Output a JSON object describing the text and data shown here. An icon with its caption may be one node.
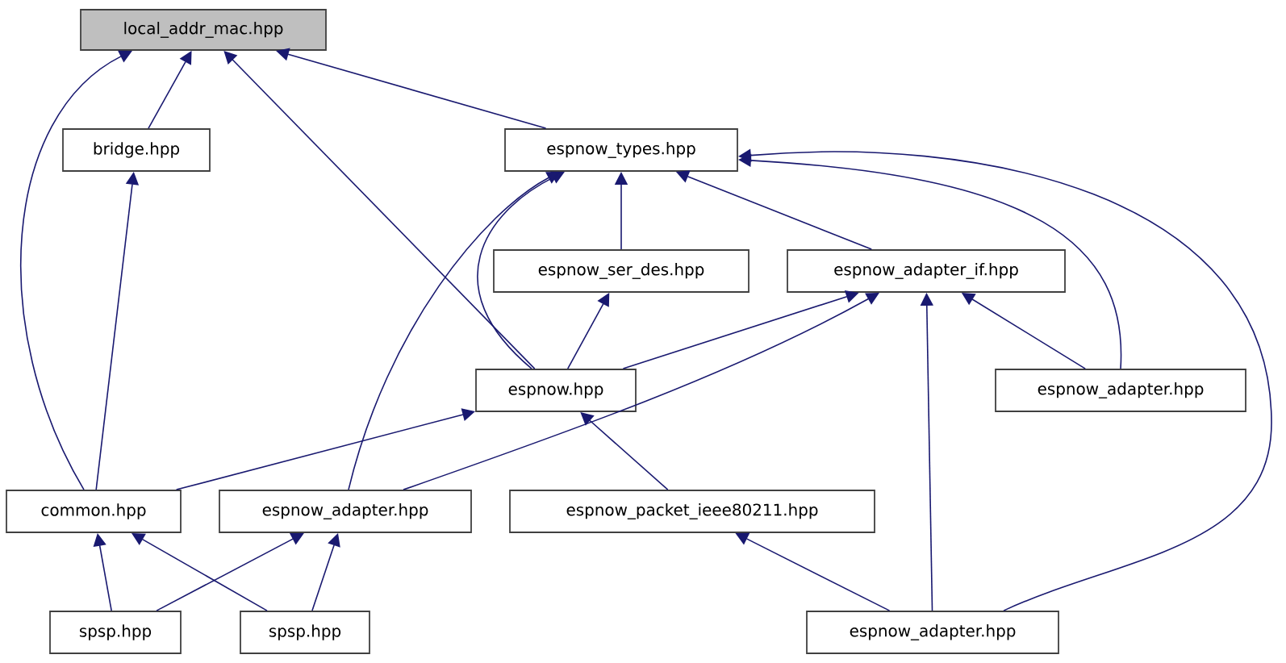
{
  "diagram": {
    "nodes": [
      {
        "text": [
          "local_addr_mac.hpp"
        ]
      },
      {
        "text": [
          "bridge.hpp"
        ]
      },
      {
        "text": [
          "espnow_types.hpp"
        ]
      },
      {
        "text": [
          "espnow_ser_des.hpp"
        ]
      },
      {
        "text": [
          "espnow_adapter_if.hpp"
        ]
      },
      {
        "text": [
          "espnow.hpp"
        ]
      },
      {
        "text": [
          "espnow_adapter.hpp"
        ]
      },
      {
        "text": [
          "common.hpp"
        ]
      },
      {
        "text": [
          "espnow_adapter.hpp"
        ]
      },
      {
        "text": [
          "espnow_packet_ieee80211.hpp"
        ]
      },
      {
        "text": [
          "spsp.hpp"
        ]
      },
      {
        "text": [
          "spsp.hpp"
        ]
      },
      {
        "text": [
          "espnow_adapter.hpp"
        ]
      }
    ],
    "edges": [
      {
        "from": 1,
        "to": 0,
        "arrow": "to"
      },
      {
        "from": 7,
        "to": 0,
        "arrow": "to"
      },
      {
        "from": 5,
        "to": 0,
        "arrow": "to"
      },
      {
        "from": 2,
        "to": 0,
        "arrow": "to"
      },
      {
        "from": 7,
        "to": 1,
        "arrow": "to"
      },
      {
        "from": 5,
        "to": 2,
        "arrow": "to"
      },
      {
        "from": 8,
        "to": 2,
        "arrow": "to"
      },
      {
        "from": 3,
        "to": 2,
        "arrow": "to"
      },
      {
        "from": 4,
        "to": 2,
        "arrow": "to"
      },
      {
        "from": 6,
        "to": 2,
        "arrow": "to"
      },
      {
        "from": 12,
        "to": 2,
        "arrow": "to"
      },
      {
        "from": 5,
        "to": 3,
        "arrow": "to"
      },
      {
        "from": 5,
        "to": 4,
        "arrow": "to"
      },
      {
        "from": 8,
        "to": 4,
        "arrow": "to"
      },
      {
        "from": 12,
        "to": 4,
        "arrow": "to"
      },
      {
        "from": 6,
        "to": 4,
        "arrow": "to"
      },
      {
        "from": 7,
        "to": 5,
        "arrow": "to"
      },
      {
        "from": 9,
        "to": 5,
        "arrow": "to"
      },
      {
        "from": 10,
        "to": 7,
        "arrow": "to"
      },
      {
        "from": 11,
        "to": 7,
        "arrow": "to"
      },
      {
        "from": 10,
        "to": 8,
        "arrow": "to"
      },
      {
        "from": 11,
        "to": 8,
        "arrow": "to"
      },
      {
        "from": 12,
        "to": 9,
        "arrow": "to"
      }
    ]
  }
}
